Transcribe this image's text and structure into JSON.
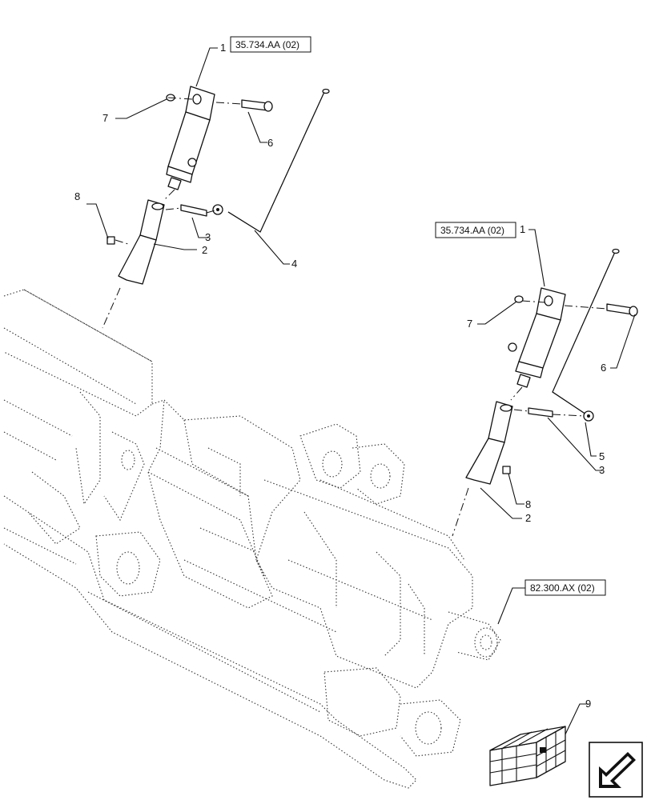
{
  "references": {
    "left_cylinder": "35.734.AA (02)",
    "right_cylinder": "35.734.AA (02)",
    "frame": "82.300.AX (02)"
  },
  "callouts": {
    "left": [
      "1",
      "7",
      "6",
      "8",
      "3",
      "2",
      "4"
    ],
    "right": [
      "1",
      "7",
      "6",
      "5",
      "3",
      "8",
      "2"
    ],
    "kit": "9"
  },
  "icons": {
    "kit_box": "kit-box-icon",
    "navigation": "arrow-navigation-icon"
  }
}
